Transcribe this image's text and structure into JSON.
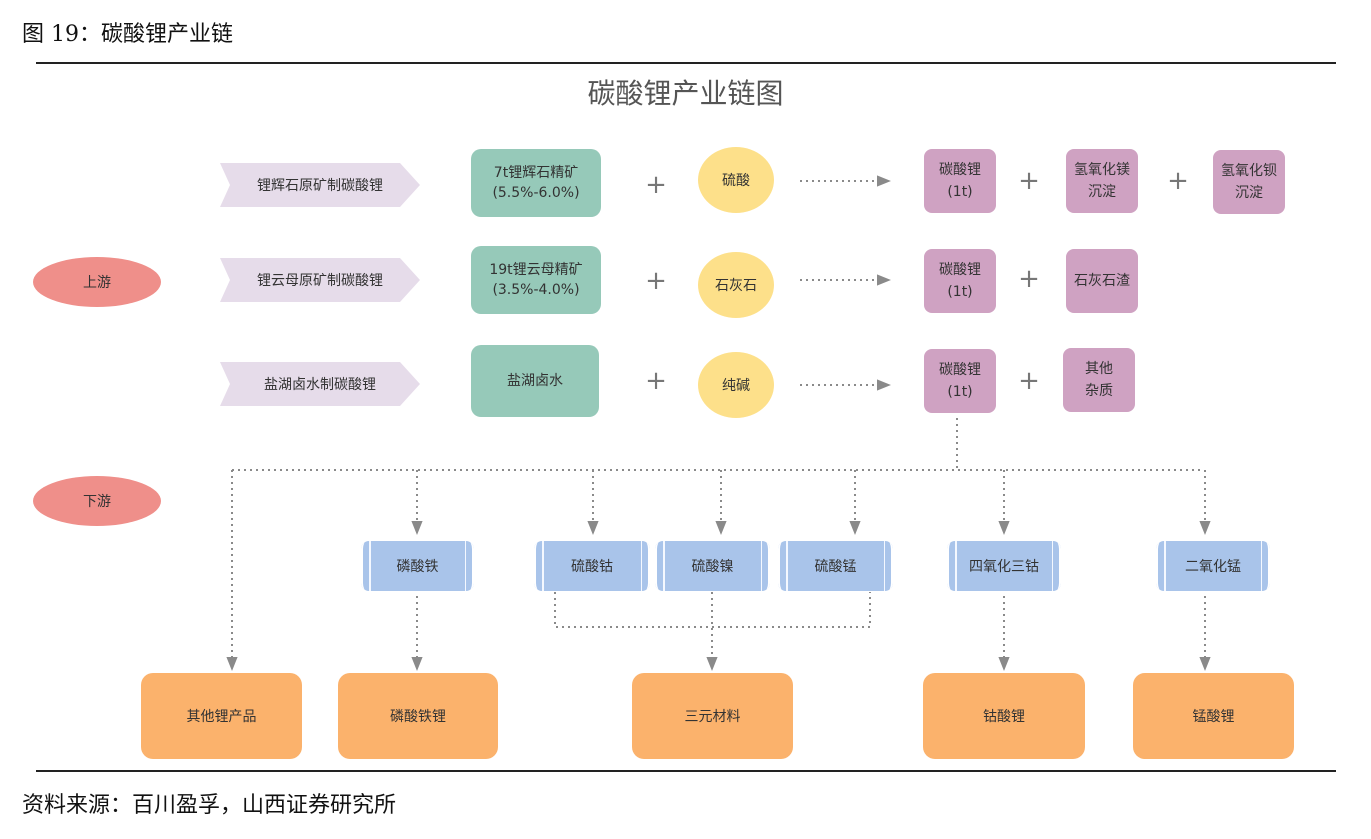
{
  "figure_caption": "图 19：碳酸锂产业链",
  "source": "资料来源：百川盈孚，山西证券研究所",
  "diagram": {
    "title": "碳酸锂产业链图",
    "stages": {
      "upstream": "上游",
      "downstream": "下游"
    },
    "routes": [
      {
        "process": "锂辉石原矿制碳酸锂",
        "raw_material": [
          "7t锂辉石精矿",
          "(5.5%-6.0%)"
        ],
        "reagent": "硫酸",
        "products": [
          [
            "碳酸锂",
            "(1t)"
          ],
          [
            "氢氧化镁",
            "沉淀"
          ],
          [
            "氢氧化钡",
            "沉淀"
          ]
        ]
      },
      {
        "process": "锂云母原矿制碳酸锂",
        "raw_material": [
          "19t锂云母精矿",
          "(3.5%-4.0%)"
        ],
        "reagent": "石灰石",
        "products": [
          [
            "碳酸锂",
            "(1t)"
          ],
          [
            "石灰石渣"
          ]
        ]
      },
      {
        "process": "盐湖卤水制碳酸锂",
        "raw_material": [
          "盐湖卤水"
        ],
        "reagent": "纯碱",
        "products": [
          [
            "碳酸锂",
            "(1t)"
          ],
          [
            "其他",
            "杂质"
          ]
        ]
      }
    ],
    "plus_symbol": "+",
    "intermediates": [
      "磷酸铁",
      "硫酸钴",
      "硫酸镍",
      "硫酸锰",
      "四氧化三钴",
      "二氧化锰"
    ],
    "final_products": [
      "其他锂产品",
      "磷酸铁锂",
      "三元材料",
      "钴酸锂",
      "锰酸锂"
    ],
    "colors": {
      "stage": "#ef8f8a",
      "process": "#e6dcea",
      "raw_material": "#96c9b9",
      "reagent": "#fde08a",
      "product": "#cfa2c2",
      "intermediate": "#a9c4ea",
      "final": "#fbb26c",
      "connector": "#8a8a8a"
    }
  }
}
